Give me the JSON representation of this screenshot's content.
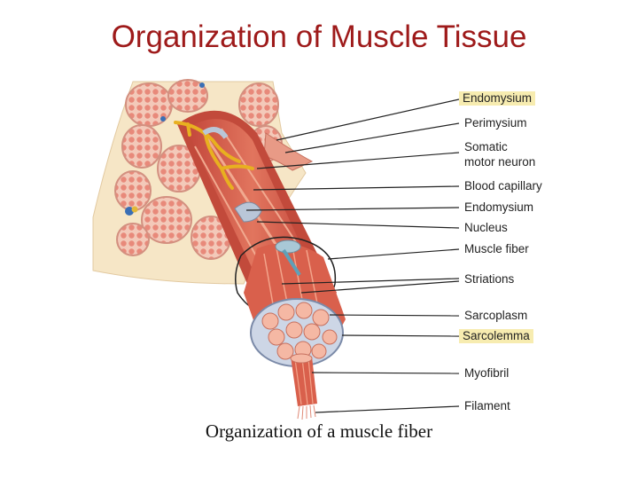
{
  "slide": {
    "title": "Organization of Muscle Tissue",
    "caption": "Organization of a muscle fiber"
  },
  "labels": [
    {
      "text": "Endomysium",
      "highlighted": true
    },
    {
      "text": "Perimysium",
      "highlighted": false
    },
    {
      "text": "Somatic",
      "highlighted": false
    },
    {
      "text": "motor neuron",
      "highlighted": false
    },
    {
      "text": "Blood capillary",
      "highlighted": false
    },
    {
      "text": "Endomysium",
      "highlighted": false
    },
    {
      "text": "Nucleus",
      "highlighted": false
    },
    {
      "text": "Muscle fiber",
      "highlighted": false
    },
    {
      "text": "Striations",
      "highlighted": false
    },
    {
      "text": "Sarcoplasm",
      "highlighted": false
    },
    {
      "text": "Sarcolemma",
      "highlighted": true
    },
    {
      "text": "Myofibril",
      "highlighted": false
    },
    {
      "text": "Filament",
      "highlighted": false
    }
  ],
  "colors": {
    "title": "#9e1a1a",
    "highlight": "#f7ecb0",
    "tissue_background": "#f6e6c6",
    "fascicle_fill": "#f3c9b9",
    "fiber_dot": "#e8897a",
    "muscle_red": "#d9604c",
    "nerve_yellow": "#e8b020",
    "leader_line": "#222222"
  }
}
